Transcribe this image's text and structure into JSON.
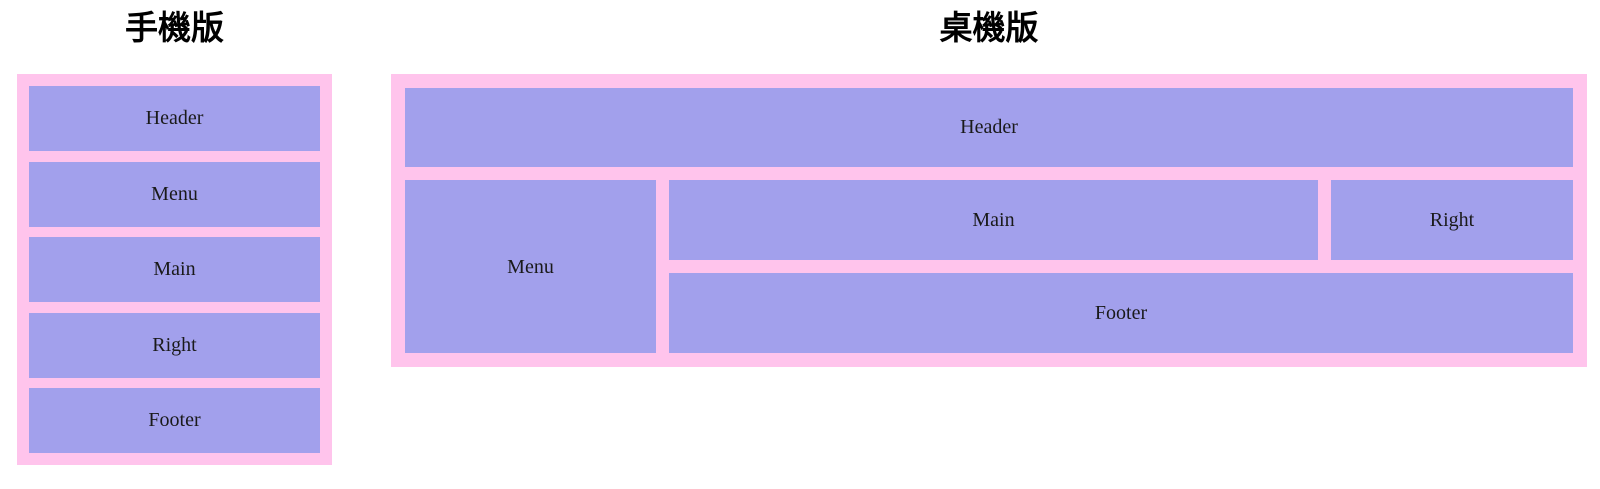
{
  "colors": {
    "panel_pink": "#ffc4ec",
    "block_purple": "#a2a0ec",
    "text": "#1a1a1a"
  },
  "mobile": {
    "title": "手機版",
    "blocks": [
      "Header",
      "Menu",
      "Main",
      "Right",
      "Footer"
    ]
  },
  "desktop": {
    "title": "桌機版",
    "blocks": {
      "header": "Header",
      "menu": "Menu",
      "main": "Main",
      "right": "Right",
      "footer": "Footer"
    }
  }
}
